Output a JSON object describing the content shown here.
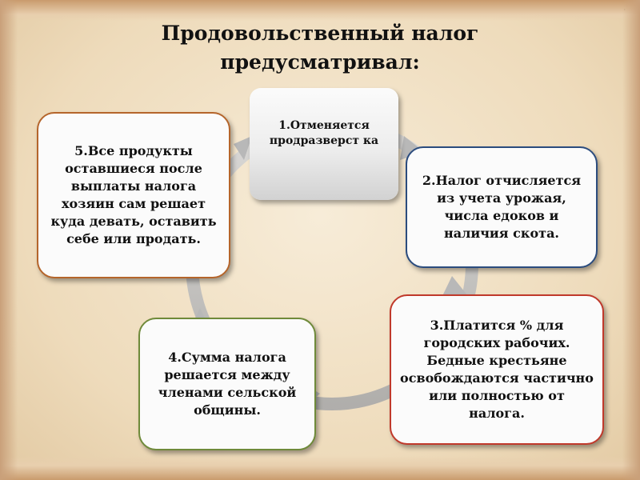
{
  "slide": {
    "title_line1": "Продовольственный налог",
    "title_line2": "предусматривал:",
    "items": [
      {
        "label": "1.Отменяется продразверст ка"
      },
      {
        "label": "2.Налог отчисляется из учета урожая, числа едоков и наличия скота."
      },
      {
        "label": "3.Платится % для городских рабочих. Бедные крестьяне освобождаются частично или полностью от налога."
      },
      {
        "label": "4.Сумма налога решается между членами сельской общины."
      },
      {
        "label": "5.Все продукты оставшиеся после выплаты налога хозяин сам решает куда девать, оставить себе или продать."
      }
    ],
    "colors": {
      "item2_border": "#2b4c7e",
      "item3_border": "#c0392b",
      "item4_border": "#6f8a3a",
      "item5_border": "#b5652b",
      "cycle_arrow": "#bdbdbd"
    }
  }
}
